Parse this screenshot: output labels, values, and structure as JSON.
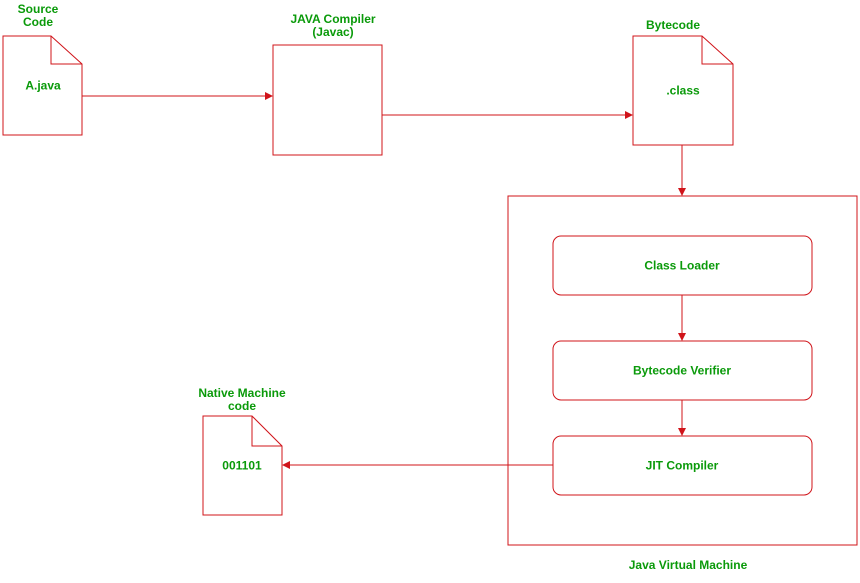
{
  "source_code": {
    "title": "Source\nCode",
    "content": "A.java"
  },
  "compiler": {
    "title": "JAVA Compiler\n(Javac)"
  },
  "bytecode": {
    "title": "Bytecode",
    "content": ".class"
  },
  "jvm": {
    "title": "Java Virtual Machine",
    "steps": [
      "Class Loader",
      "Bytecode Verifier",
      "JIT Compiler"
    ]
  },
  "native_code": {
    "title": "Native Machine\ncode",
    "content": "001101"
  },
  "colors": {
    "stroke": "#d0141a",
    "text": "#0a9a0a"
  }
}
